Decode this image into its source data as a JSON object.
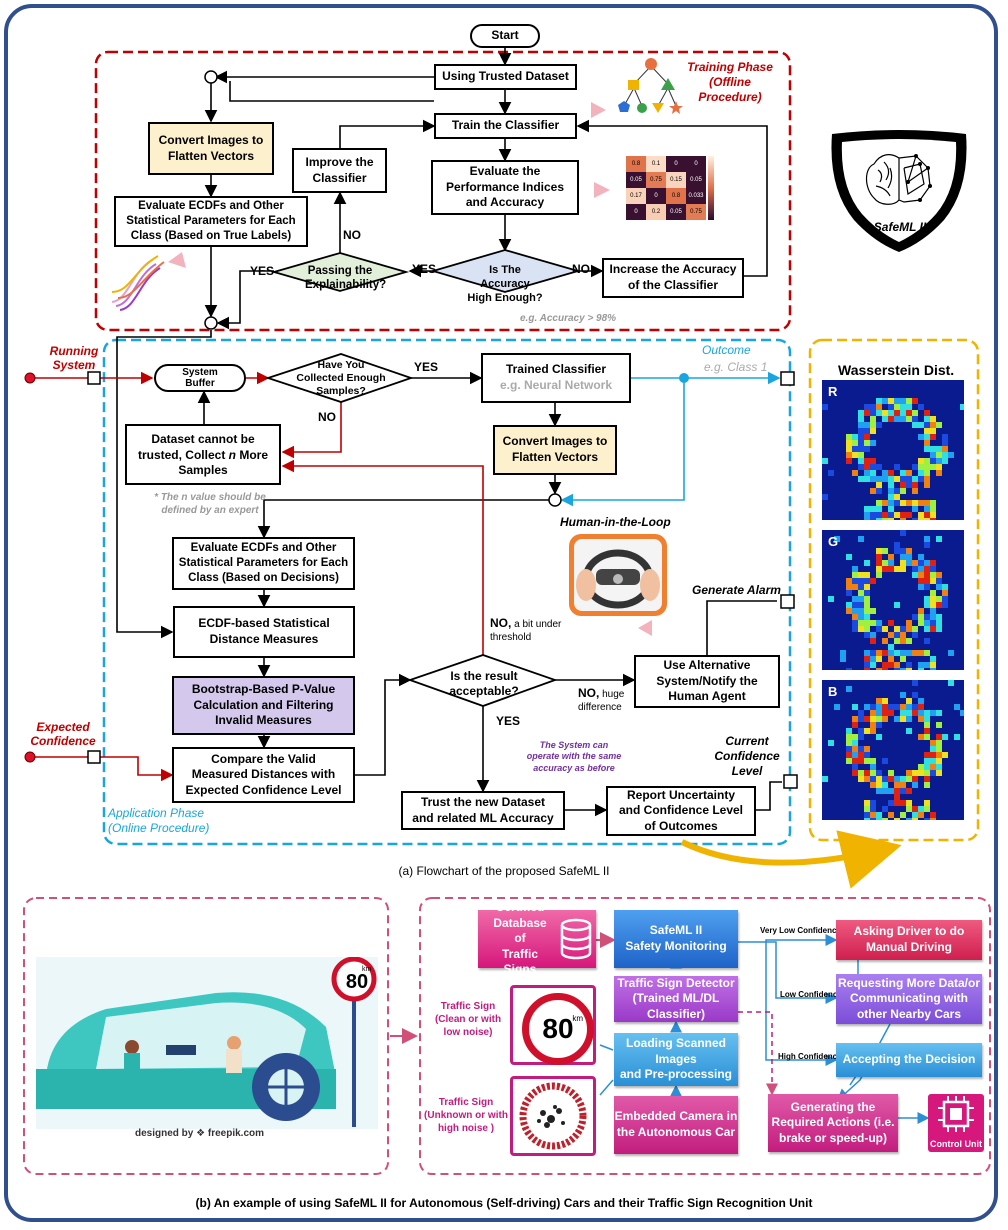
{
  "flow": {
    "start": "Start",
    "training_title": "Training Phase\n(Offline\nProcedure)",
    "trusted_dataset": "Using Trusted Dataset",
    "train_classifier": "Train the Classifier",
    "convert_vectors_1": "Convert Images to\nFlatten Vectors",
    "evaluate_ecdf_1": "Evaluate ECDFs and Other\nStatistical Parameters for Each\nClass (Based on True Labels)",
    "improve_classifier": "Improve the\nClassifier",
    "evaluate_perf": "Evaluate the\nPerformance Indices\nand Accuracy",
    "passing_explain": "Passing the\nExplainability?",
    "accuracy_high": "Is The Accuracy\nHigh Enough?",
    "increase_accuracy": "Increase the Accuracy\nof the Classifier",
    "no1": "NO",
    "yes1": "YES",
    "yes2": "YES",
    "no2": "NO",
    "accuracy_note": "e.g. Accuracy > 98%",
    "running_system": "Running\nSystem",
    "system_buffer": "System\nBuffer",
    "collected_enough": "Have You\nCollected Enough\nSamples?",
    "yes3": "YES",
    "no3": "NO",
    "trained_classifier": "Trained Classifier",
    "trained_classifier_eg": "e.g. Neural Network",
    "outcome": "Outcome",
    "outcome_eg": "e.g. Class 1",
    "dataset_cannot_a": "Dataset cannot be\ntrusted, Collect",
    "dataset_cannot_n": "n",
    "dataset_cannot_b": "More\nSamples",
    "convert_vectors_2": "Convert Images to\nFlatten Vectors",
    "n_note": "* The n value should be\ndefined by an expert",
    "human_loop": "Human-in-the-Loop",
    "evaluate_ecdf_2": "Evaluate ECDFs and Other\nStatistical Parameters for Each\nClass (Based on Decisions)",
    "ecdf_distance": "ECDF-based Statistical\nDistance Measures",
    "generate_alarm": "Generate Alarm",
    "no_bit": "NO,",
    "no_bit_rest": " a bit under\nthreshold",
    "bootstrap": "Bootstrap-Based P-Value\nCalculation and Filtering\nInvalid Measures",
    "result_acceptable": "Is the result\nacceptable?",
    "use_alternative": "Use Alternative\nSystem/Notify the\nHuman Agent",
    "no_huge": "NO,",
    "no_huge_rest": " huge\ndifference",
    "expected_confidence": "Expected\nConfidence",
    "yes4": "YES",
    "same_accuracy": "The System can\noperate with the same\naccuracy as before",
    "current_confidence": "Current\nConfidence\nLevel",
    "compare_valid": "Compare the Valid\nMeasured Distances with\nExpected Confidence Level",
    "trust_dataset": "Trust the new Dataset\nand related ML Accuracy",
    "report_uncertainty": "Report Uncertainty\nand Confidence Level\nof Outcomes",
    "application_title": "Application Phase\n(Online Procedure)",
    "logo_text": "SafeML II",
    "confusion_values": [
      "0.8",
      "0.1",
      "0",
      "0",
      "0.05",
      "0.75",
      "0.15",
      "0.05",
      "0.17",
      "0",
      "0.8",
      "0.033",
      "0",
      "0.2",
      "0.05",
      "0.75"
    ]
  },
  "wasserstein": {
    "title": "Wasserstein Dist.",
    "channels": [
      "R",
      "G",
      "B"
    ]
  },
  "caption_a": "(a) Flowchart of the proposed SafeML II",
  "part_b": {
    "freepik": "designed by ❖ freepik.com",
    "sign_value": "80",
    "sign_unit": "km",
    "traffic_sign_clean": "Traffic Sign\n(Clean or with\nlow noise)",
    "traffic_sign_noise": "Traffic Sign\n(Unknown or with\nhigh noise )",
    "certified_db": "Certified\nDatabase of\nTraffic Signs",
    "safety_monitoring": "SafeML II\nSafety Monitoring",
    "sign_detector": "Traffic Sign Detector\n(Trained ML/DL\nClassifier)",
    "loading_images": "Loading Scanned Images\nand Pre-processing",
    "embedded_camera": "Embedded Camera in\nthe Autonomous Car",
    "very_low": "Very Low Confidence",
    "low": "Low Confidence",
    "high": "High Confidence",
    "asking_driver": "Asking Driver to do\nManual Driving",
    "requesting_data": "Requesting More Data/or\nCommunicating with\nother Nearby Cars",
    "accepting_decision": "Accepting the Decision",
    "generating_actions": "Generating the\nRequired Actions (i.e.\nbrake or speed-up)",
    "control_unit": "Control Unit"
  },
  "caption_b": "(b) An example of using SafeML II for Autonomous (Self-driving) Cars and their Traffic Sign Recognition Unit",
  "colors": {
    "frame": "#2f4f8f",
    "training": "#c00000",
    "application": "#19a6e0",
    "wasserstein": "#f0b400",
    "partb": "#d0507a"
  }
}
